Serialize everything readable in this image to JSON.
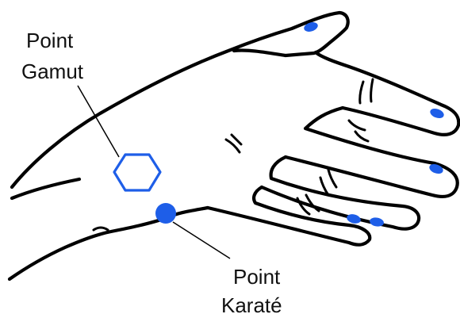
{
  "labels": {
    "gamut_line1": "Point",
    "gamut_line2": "Gamut",
    "karate_line1": "Point",
    "karate_line2": "Karaté"
  },
  "colors": {
    "point_blue": "#1e5ee8",
    "outline": "#000000",
    "background": "#ffffff"
  },
  "icons": {
    "gamut_point": "hexagon-outline-icon",
    "karate_point": "filled-circle-icon",
    "finger_points": "blue-dot-icon"
  }
}
